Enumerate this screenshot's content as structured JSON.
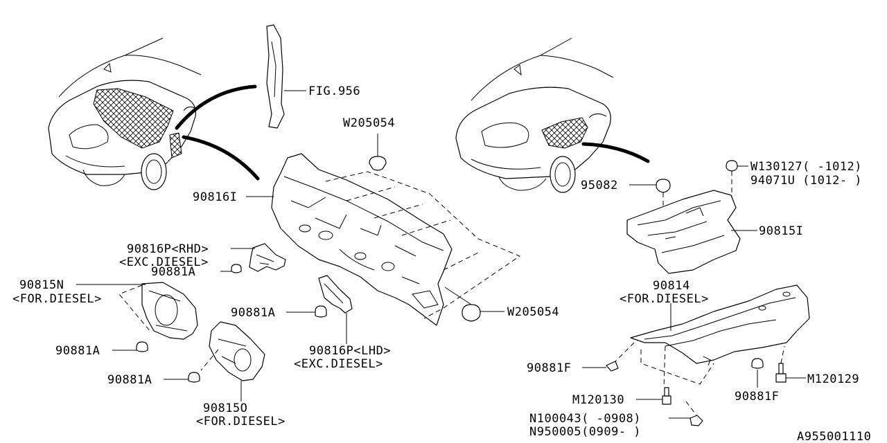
{
  "diagram_id": "A955001110",
  "callouts": {
    "fig956": "FIG.956",
    "w205054_top": "W205054",
    "w205054_right": "W205054",
    "p90816i": "90816I",
    "p90816p_rhd": "90816P<RHD>",
    "exc_diesel_rhd": "<EXC.DIESEL>",
    "p90881a_rhd": "90881A",
    "p90815n": "90815N",
    "for_diesel_n": "<FOR.DIESEL>",
    "p90881a_left": "90881A",
    "p90881a_mid": "90881A",
    "p90881a_bot": "90881A",
    "p90816p_lhd": "90816P<LHD>",
    "exc_diesel_lhd": "<EXC.DIESEL>",
    "p90815o": "90815O",
    "for_diesel_o": "<FOR.DIESEL>",
    "w130127": "W130127(  -1012)",
    "p94071u": "94071U (1012-  )",
    "p95082": "95082",
    "p90815i": "90815I",
    "p90814": "90814",
    "for_diesel_14": "<FOR.DIESEL>",
    "p90881f_left": "90881F",
    "p90881f_right": "90881F",
    "m120129": "M120129",
    "m120130": "M120130",
    "n100043": "N100043(  -0908)",
    "n950005": "N950005(0909-  )"
  }
}
